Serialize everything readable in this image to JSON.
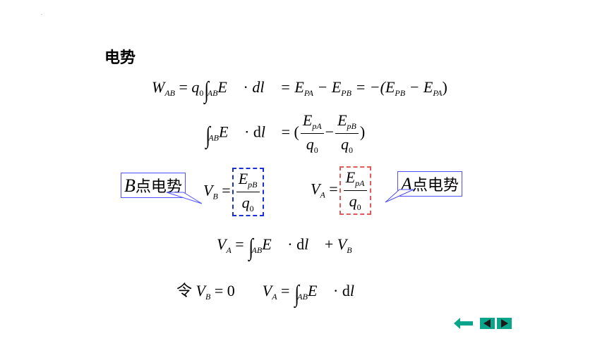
{
  "heading": "电势",
  "formulas": {
    "f1": {
      "W": "W",
      "W_sub": "AB",
      "eq": "=",
      "q": "q",
      "q_sub": "0",
      "int": "∫",
      "int_sub": "AB",
      "E": "E⃗",
      "dot": "·",
      "dl": "dl⃗",
      "rhs1": "= E",
      "pa": "PA",
      "minus": "− E",
      "pb": "PB",
      "rhs2": "= −(E",
      "pb2": "PB",
      "minus2": "− E",
      "pa2": "PA",
      "close": ")"
    },
    "f2": {
      "int": "∫",
      "int_sub": "AB",
      "E": "E⃗",
      "dot": "·",
      "d": "d",
      "l": "l⃗",
      "eq": "= (",
      "num1": "E",
      "num1_sub": "pA",
      "den1": "q",
      "den1_sub": "0",
      "minus": "−",
      "num2": "E",
      "num2_sub": "pB",
      "den2": "q",
      "den2_sub": "0",
      "close": ")"
    },
    "f3": {
      "V": "V",
      "V_sub": "B",
      "eq": "=",
      "num": "E",
      "num_sub": "pB",
      "den": "q",
      "den_sub": "0"
    },
    "f4": {
      "V": "V",
      "V_sub": "A",
      "eq": "=",
      "num": "E",
      "num_sub": "pA",
      "den": "q",
      "den_sub": "0"
    },
    "f5": {
      "V": "V",
      "V_sub": "A",
      "eq": "=",
      "int": "∫",
      "int_sub": "AB",
      "E": "E⃗",
      "dot": "·",
      "d": "d",
      "l": "l⃗",
      "plus": "+",
      "V2": "V",
      "V2_sub": "B"
    },
    "f6": {
      "ling": "令",
      "V": "V",
      "V_sub": "B",
      "eq0": "= 0",
      "V2": "V",
      "V2_sub": "A",
      "eq": "=",
      "int": "∫",
      "int_sub": "AB",
      "E": "E⃗",
      "dot": "·",
      "d": "d",
      "l": "l⃗"
    }
  },
  "callouts": {
    "b_point": {
      "letter": "B",
      "text": "点电势"
    },
    "a_point": {
      "letter": "A",
      "text": "点电势"
    }
  },
  "nav": {
    "back_icon": "back-arrow-icon",
    "prev_icon": "previous-icon",
    "next_icon": "next-icon"
  },
  "colors": {
    "callout_border": "#5050ff",
    "blue_box": "#1a2fd6",
    "red_box": "#e05a5a",
    "nav": "#0aa58a"
  }
}
